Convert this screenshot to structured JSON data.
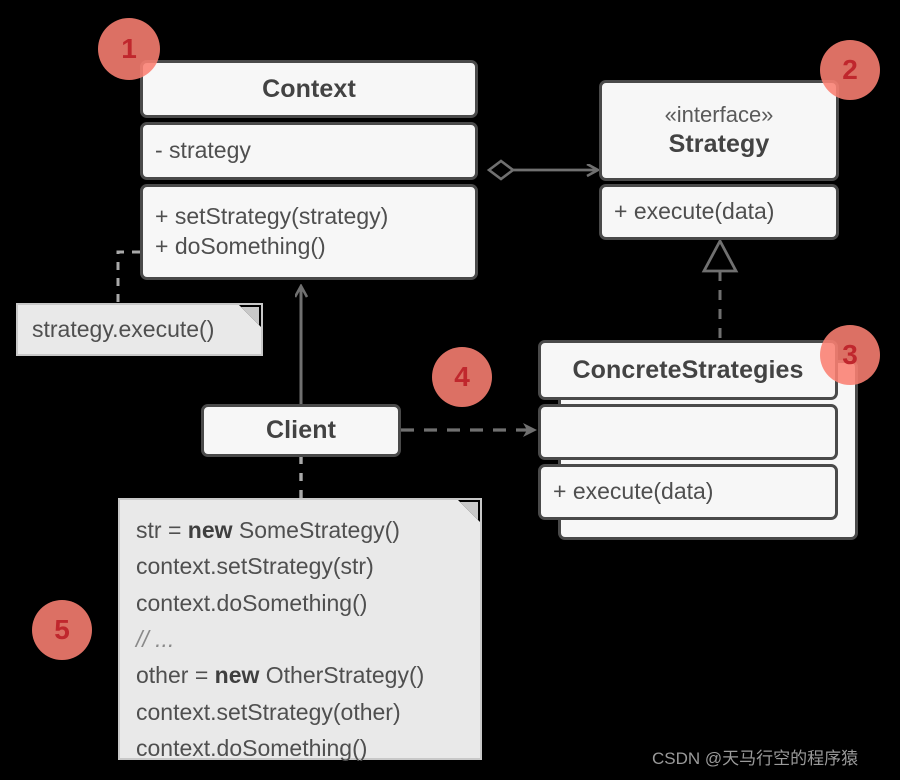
{
  "diagram": {
    "title": "Strategy Pattern UML Class Diagram",
    "background_color": "#000000",
    "box_fill": "#f7f7f7",
    "box_border": "#4a4a4a",
    "note_fill": "#e9e9e9",
    "note_border": "#c8c8c8",
    "badge_color": "#fa8072",
    "badge_text_color": "#c0272d",
    "connector_color": "#707070"
  },
  "classes": {
    "context": {
      "name": "Context",
      "fields": [
        "- strategy"
      ],
      "methods": [
        "+ setStrategy(strategy)",
        "+ doSomething()"
      ]
    },
    "strategy": {
      "stereotype": "«interface»",
      "name": "Strategy",
      "methods": [
        "+ execute(data)"
      ]
    },
    "concrete": {
      "name": "ConcreteStrategies",
      "fields": [
        ""
      ],
      "methods": [
        "+ execute(data)"
      ]
    },
    "client": {
      "name": "Client"
    }
  },
  "notes": {
    "context_note": {
      "text": "strategy.execute()"
    },
    "client_note": {
      "lines": [
        {
          "pre": "str = ",
          "bold": "new",
          "post": " SomeStrategy()"
        },
        {
          "pre": "context.setStrategy(str)",
          "bold": "",
          "post": ""
        },
        {
          "pre": "context.doSomething()",
          "bold": "",
          "post": ""
        },
        {
          "pre": "",
          "bold": "",
          "post": "",
          "italic": "// ..."
        },
        {
          "pre": "other = ",
          "bold": "new",
          "post": " OtherStrategy()"
        },
        {
          "pre": "context.setStrategy(other)",
          "bold": "",
          "post": ""
        },
        {
          "pre": "context.doSomething()",
          "bold": "",
          "post": ""
        }
      ]
    }
  },
  "badges": [
    {
      "label": "1"
    },
    {
      "label": "2"
    },
    {
      "label": "3"
    },
    {
      "label": "4"
    },
    {
      "label": "5"
    }
  ],
  "relationships": [
    {
      "from": "Context",
      "to": "Strategy",
      "type": "aggregation-directed"
    },
    {
      "from": "ConcreteStrategies",
      "to": "Strategy",
      "type": "realization"
    },
    {
      "from": "Client",
      "to": "Context",
      "type": "association-directed"
    },
    {
      "from": "Client",
      "to": "ConcreteStrategies",
      "type": "dependency"
    }
  ],
  "watermark": {
    "text": "CSDN @天马行空的程序猿"
  }
}
